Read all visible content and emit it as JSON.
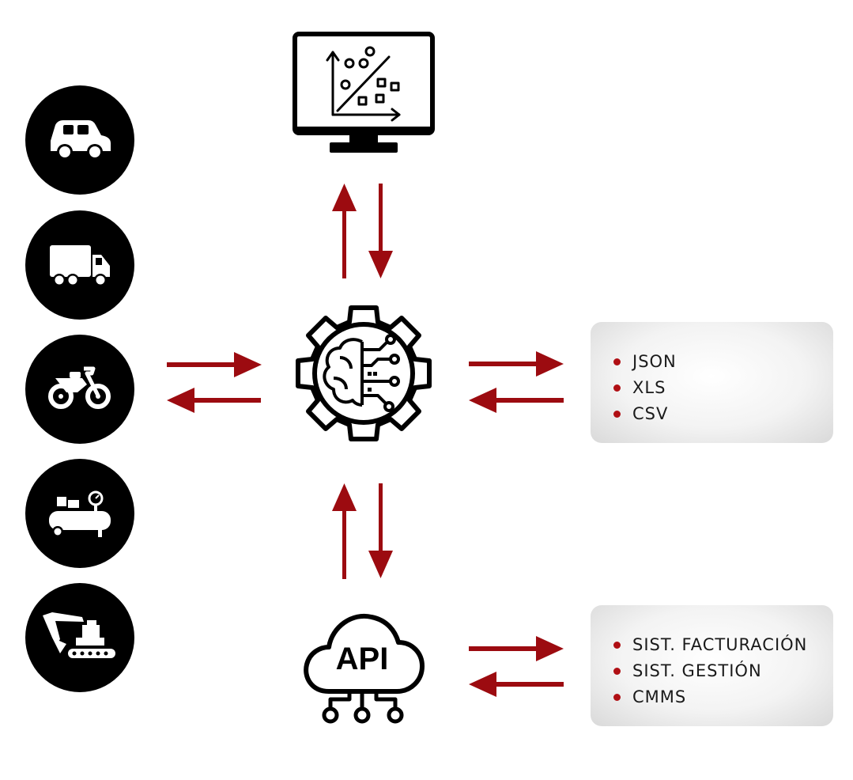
{
  "colors": {
    "arrow": "#9c0b10",
    "bullet": "#b00f14",
    "icon": "#000000"
  },
  "sources": [
    {
      "icon": "car-icon"
    },
    {
      "icon": "truck-icon"
    },
    {
      "icon": "motorcycle-icon"
    },
    {
      "icon": "air-compressor-icon"
    },
    {
      "icon": "excavator-icon"
    }
  ],
  "monitor": {
    "icon": "analytics-monitor-icon"
  },
  "engine": {
    "icon": "ai-brain-gear-icon"
  },
  "api": {
    "icon": "api-cloud-icon",
    "label": "API"
  },
  "formats_box": {
    "items": [
      "JSON",
      "XLS",
      "CSV"
    ]
  },
  "systems_box": {
    "items": [
      "SIST. FACTURACIÓN",
      "SIST. GESTIÓN",
      "CMMS"
    ]
  }
}
